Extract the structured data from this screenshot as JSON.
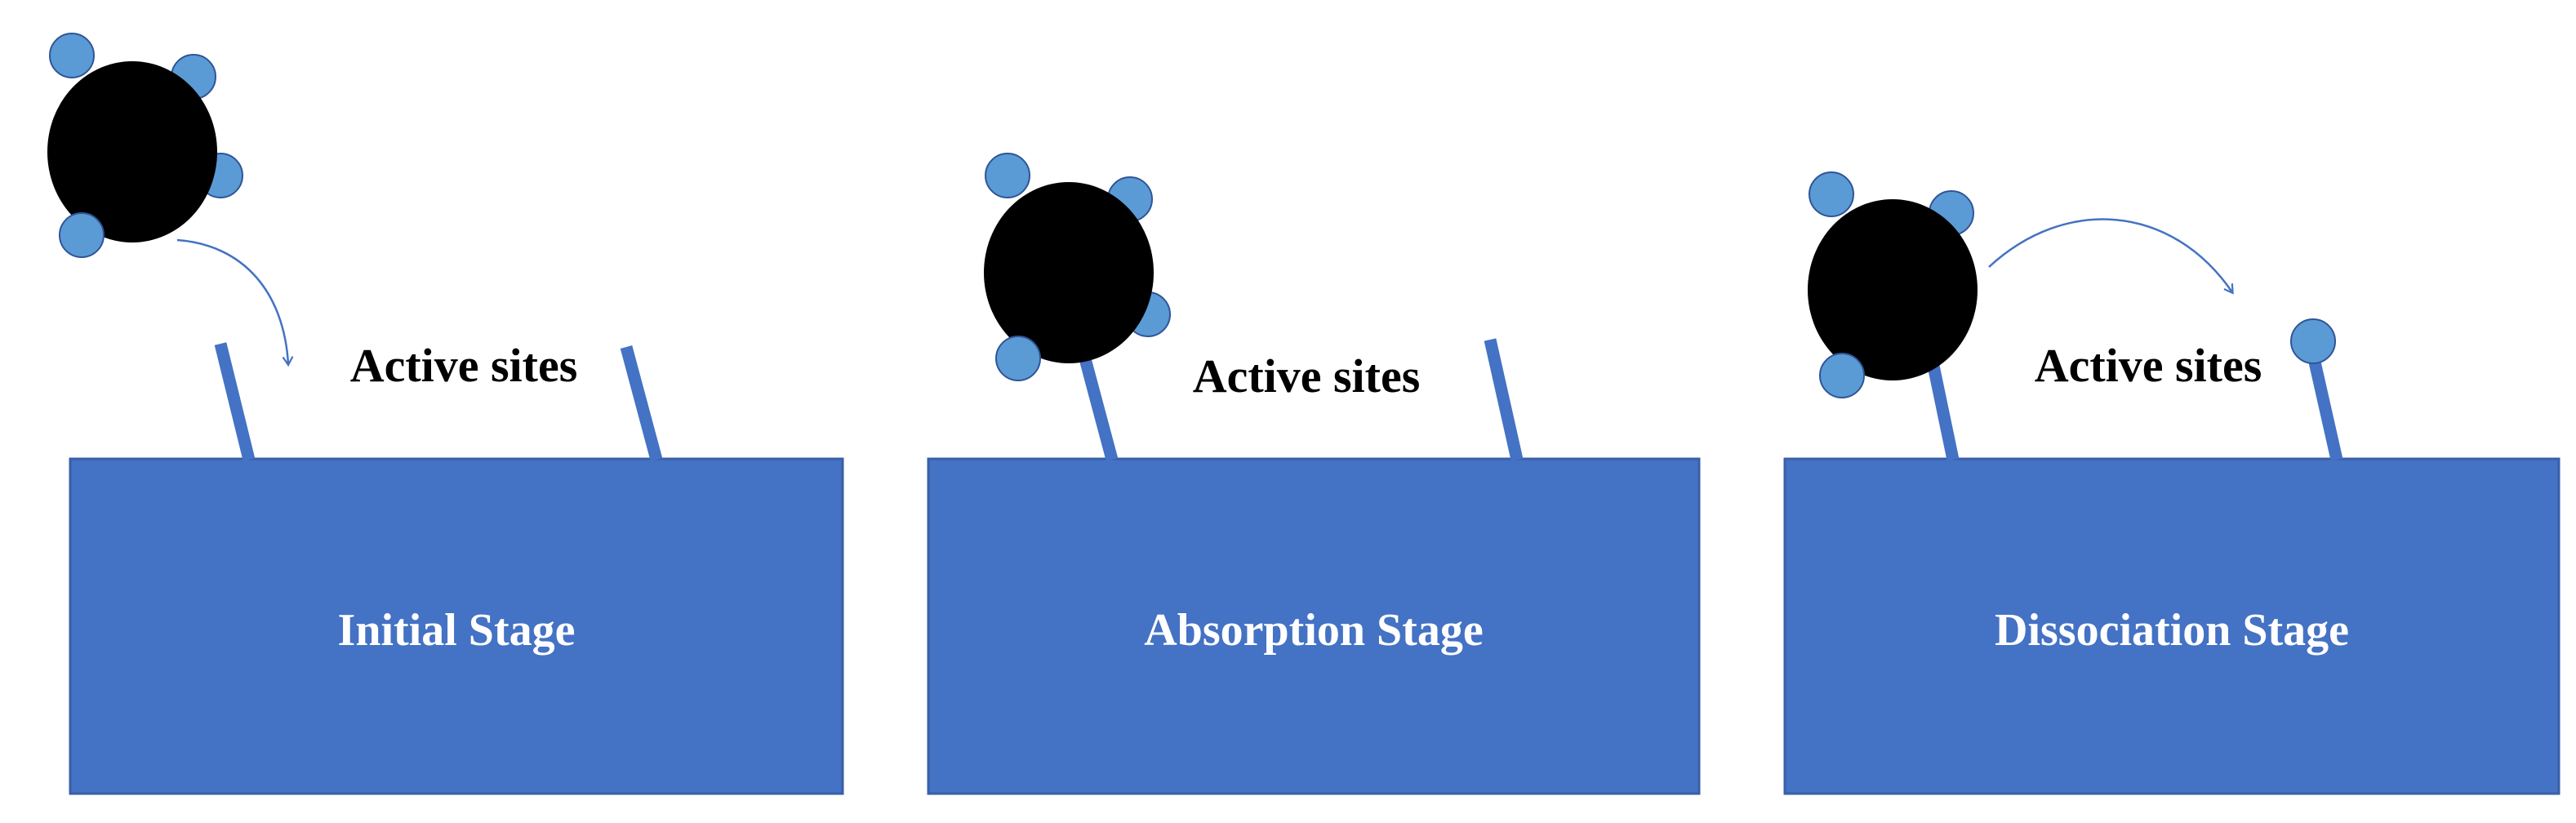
{
  "colors": {
    "surface": "#4472C4",
    "surface_border": "#3A5FA8",
    "site": "#4472C4",
    "atom": "#5B9BD5",
    "atom_border": "#2F5597",
    "molecule": "#000000",
    "arrow": "#4472C4",
    "label_text": "#000000",
    "stage_text": "#FFFFFF"
  },
  "panels": [
    {
      "id": "initial",
      "stage_label": "Initial Stage",
      "sites_label": "Active sites"
    },
    {
      "id": "absorption",
      "stage_label": "Absorption Stage",
      "sites_label": "Active sites"
    },
    {
      "id": "dissociation",
      "stage_label": "Dissociation Stage",
      "sites_label": "Active sites"
    }
  ]
}
